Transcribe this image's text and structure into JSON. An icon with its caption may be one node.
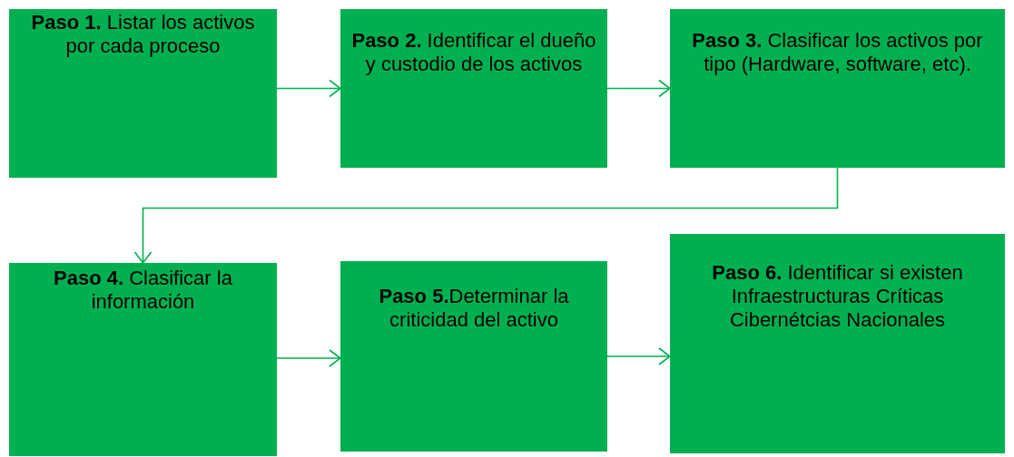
{
  "diagram": {
    "nodes": [
      {
        "text": [
          "**Paso 1.** Listar los activos por cada proceso"
        ]
      },
      {
        "text": [
          "**Paso 2.** Identificar el dueño y custodio de los activos"
        ]
      },
      {
        "text": [
          "**Paso 3.** Clasificar los activos por tipo (Hardware, software, etc)."
        ]
      },
      {
        "text": [
          "**Paso 4.** Clasificar la información"
        ]
      },
      {
        "text": [
          "**Paso 5.**Determinar la criticidad del activo"
        ]
      },
      {
        "text": [
          "**Paso 6.** Identificar si existen Infraestructuras Críticas Cibernétcias Nacionales"
        ]
      }
    ],
    "edges": [
      {
        "from": 0,
        "to": 1,
        "arrow": "to"
      },
      {
        "from": 1,
        "to": 2,
        "arrow": "to"
      },
      {
        "from": 2,
        "to": 3,
        "arrow": "to"
      },
      {
        "from": 3,
        "to": 4,
        "arrow": "to"
      },
      {
        "from": 4,
        "to": 5,
        "arrow": "to"
      }
    ]
  }
}
